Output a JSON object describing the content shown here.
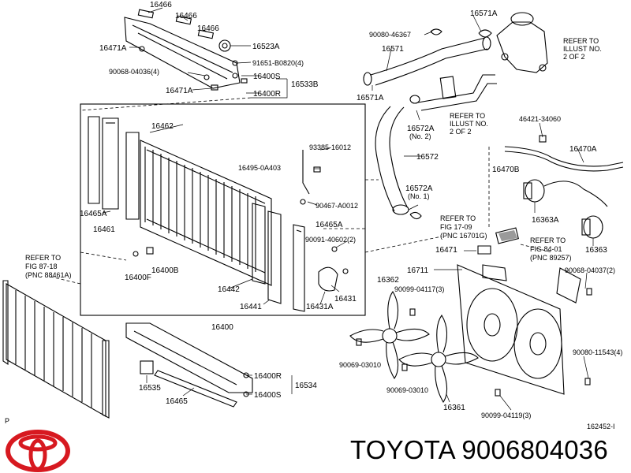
{
  "labels": {
    "l16466a": "16466",
    "l16466b": "16466",
    "l16466c": "16466",
    "l16471A_top": "16471A",
    "l16523A": "16523A",
    "l91651": "91651-B0820(4)",
    "l90068_a": "90068-04036(4)",
    "l16400S_top": "16400S",
    "l16533B": "16533B",
    "l16471A_mid": "16471A",
    "l16400R_top": "16400R",
    "l16571A_a": "16571A",
    "l16571A_b": "16571A",
    "l90080_46367": "90080-46367",
    "l16571": "16571",
    "l16462": "16462",
    "l93385": "93385-16012",
    "l16495": "16495-0A403",
    "l90467": "90467-A0012",
    "l16465A_left": "16465A",
    "l16461": "16461",
    "l16465A_right": "16465A",
    "l90091": "90091-40602(2)",
    "l16400F": "16400F",
    "l16400B": "16400B",
    "l16442": "16442",
    "l16441": "16441",
    "l16431A": "16431A",
    "l16431": "16431",
    "l16400": "16400",
    "l16572A_top": "16572A",
    "l16572A_top_note": "(No. 2)",
    "l16572": "16572",
    "l16572A_mid": "16572A",
    "l16572A_mid_note": "(No. 1)",
    "l46421": "46421-34060",
    "l16470A": "16470A",
    "l16470B": "16470B",
    "l16363A": "16363A",
    "l16363": "16363",
    "l16471_right": "16471",
    "l16711": "16711",
    "l16362": "16362",
    "l90099_a": "90099-04117(3)",
    "l90068_b": "90068-04037(2)",
    "l90069_a": "90069-03010",
    "l90069_b": "90069-03010",
    "l90080_11543": "90080-11543(4)",
    "l16361": "16361",
    "l90099_b": "90099-04119(3)",
    "l16400R_bot": "16400R",
    "l16400S_bot": "16400S",
    "l16534": "16534",
    "l16535": "16535",
    "l16465": "16465",
    "letter_p": "P",
    "figure_code": "162452-I"
  },
  "refer_notes": {
    "r1": [
      "REFER TO",
      "ILLUST NO.",
      "2 OF 2"
    ],
    "r2": [
      "REFER TO",
      "ILLUST NO.",
      "2 OF 2"
    ],
    "r3": [
      "REFER TO",
      "FIG 87-18",
      "(PNC 88461A)"
    ],
    "r4": [
      "REFER TO",
      "FIG 17-09",
      "(PNC 16701G)"
    ],
    "r5": [
      "REFER TO",
      "FIG 84-01",
      "(PNC 89257)"
    ]
  },
  "caption": "TOYOTA 9006804036",
  "colors": {
    "logo": "#d71920",
    "line": "#000000",
    "background": "#ffffff"
  },
  "icons": {
    "brand_logo": "toyota-logo"
  }
}
